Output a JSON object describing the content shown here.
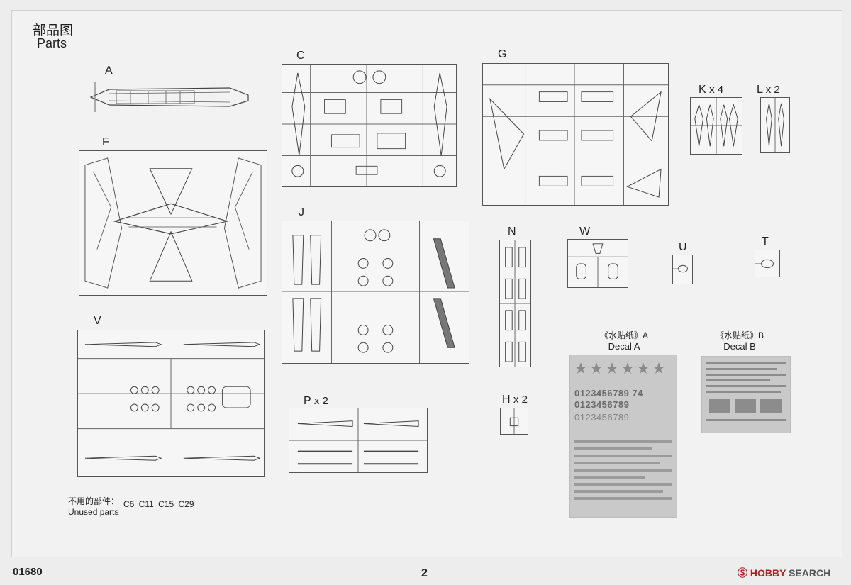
{
  "header": {
    "title_cn": "部品图",
    "title_en": "Parts"
  },
  "sprues": {
    "A": {
      "label": "A",
      "mult": ""
    },
    "C": {
      "label": "C",
      "mult": ""
    },
    "G": {
      "label": "G",
      "mult": ""
    },
    "K": {
      "label": "K",
      "mult": "x 4"
    },
    "L": {
      "label": "L",
      "mult": "x 2"
    },
    "F": {
      "label": "F",
      "mult": ""
    },
    "J": {
      "label": "J",
      "mult": ""
    },
    "N": {
      "label": "N",
      "mult": ""
    },
    "W": {
      "label": "W",
      "mult": ""
    },
    "U": {
      "label": "U",
      "mult": ""
    },
    "T": {
      "label": "T",
      "mult": ""
    },
    "V": {
      "label": "V",
      "mult": ""
    },
    "P": {
      "label": "P",
      "mult": "x 2"
    },
    "H": {
      "label": "H",
      "mult": "x 2"
    }
  },
  "decals": {
    "A": {
      "label_cn": "《水贴纸》A",
      "label_en": "Decal A",
      "numbers_row1": "0123456789 74",
      "numbers_row2": "0123456789",
      "numbers_row3": "0123456789"
    },
    "B": {
      "label_cn": "《水贴纸》B",
      "label_en": "Decal B"
    }
  },
  "unused": {
    "label_cn": "不用的部件：",
    "label_en": "Unused parts",
    "parts": "C6 C11 C15 C29"
  },
  "footer": {
    "code": "01680",
    "page": "2",
    "watermark_logo": "Ⓢ HOBBY",
    "watermark_text": "SEARCH"
  }
}
